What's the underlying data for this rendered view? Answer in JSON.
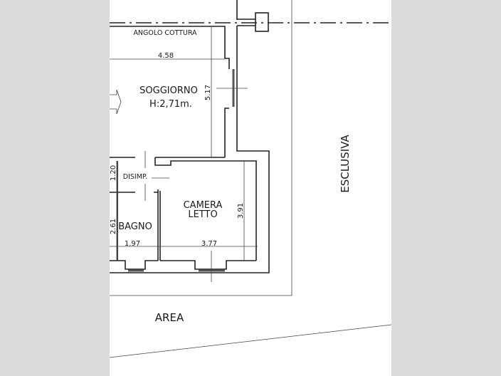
{
  "plan": {
    "rooms": {
      "kitchen_corner": "ANGOLO COTTURA",
      "living_room": "SOGGIORNO",
      "living_room_height": "H:2,71m.",
      "hallway": "DISIMP.",
      "bedroom_line1": "CAMERA",
      "bedroom_line2": "LETTO",
      "bathroom": "BAGNO"
    },
    "dimensions": {
      "living_width": "4.58",
      "living_depth": "5.17",
      "hallway_depth": "1.20",
      "bathroom_depth": "2.61",
      "bathroom_width": "1.97",
      "bedroom_width": "3.77",
      "bedroom_depth": "3.91"
    },
    "outdoor": {
      "area_label": "AREA",
      "exclusive_label": "ESCLUSIVA"
    }
  }
}
